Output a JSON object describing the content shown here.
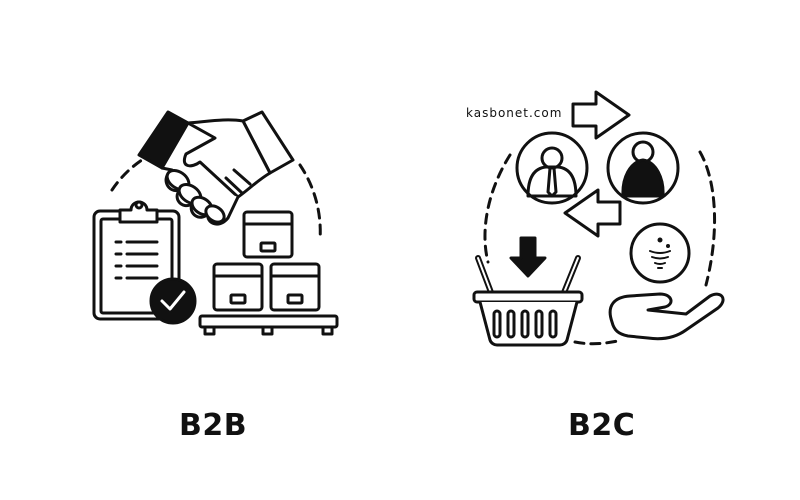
{
  "panels": {
    "left": {
      "title": "B2B",
      "icons": [
        "handshake-icon",
        "clipboard-check-icon",
        "boxes-on-pallet-icon"
      ]
    },
    "right": {
      "title": "B2C",
      "watermark": "kasbonet.com",
      "icons": [
        "arrow-right-icon",
        "businessman-icon",
        "customer-icon",
        "arrow-left-icon",
        "shopping-basket-icon",
        "download-arrow-icon",
        "hand-offering-icon",
        "tornado-coin-icon"
      ]
    }
  },
  "colors": {
    "stroke": "#111111",
    "background": "#ffffff"
  }
}
